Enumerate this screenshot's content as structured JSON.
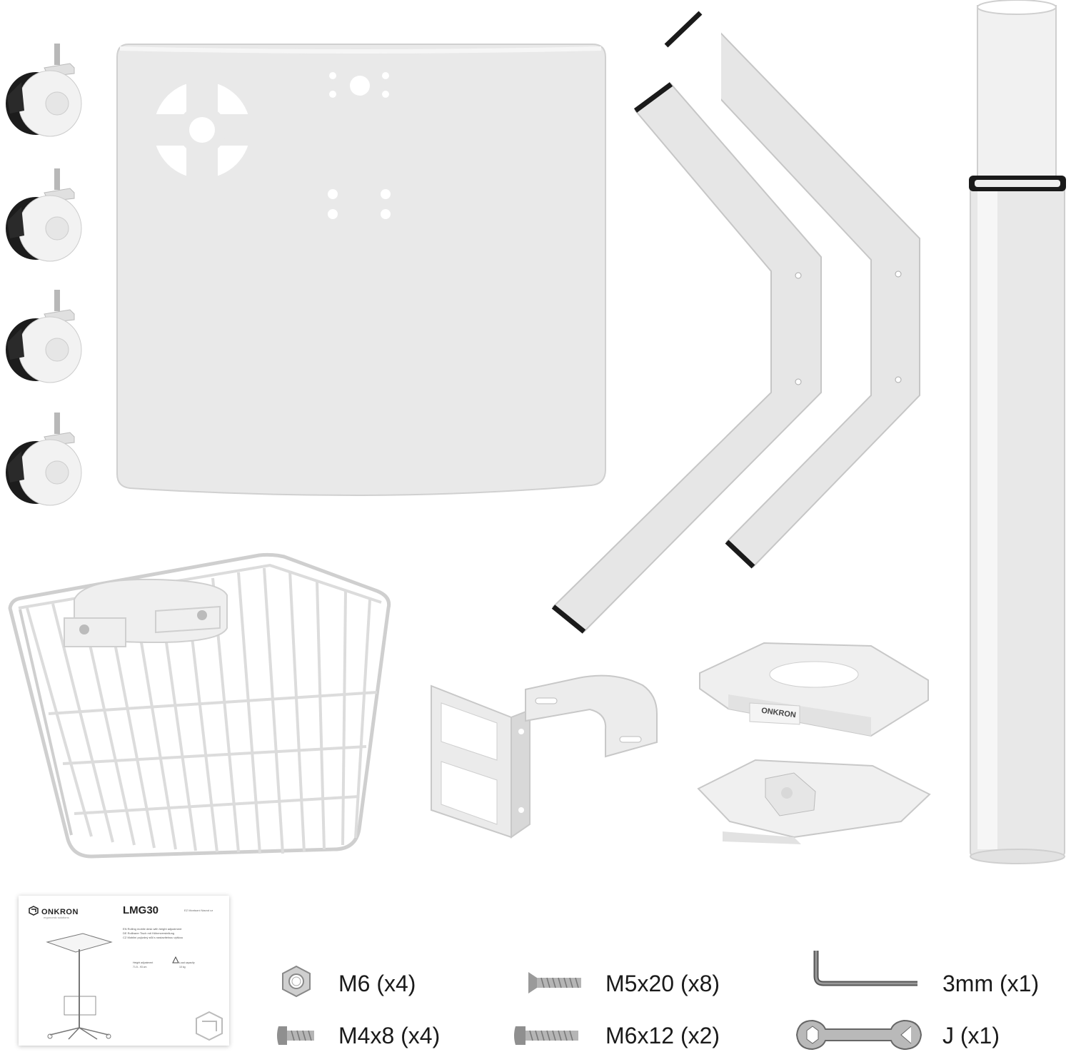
{
  "manual": {
    "brand": "ONKRON",
    "brand_sub": "ergonomic solutions",
    "model": "LMG30",
    "lang_note": "EZ  Montazni Navod cz",
    "desc_lines": [
      "EN   Rolling mobile desk with height adjustment",
      "DE   Rollbarer Tisch mit Höhenverstellung",
      "CZ   Mobilní pojízdný stůl s nastavitelnou výškou"
    ],
    "height_title": "Height adjustment",
    "height_values": "71.5 - 93 cm",
    "load_title": "Load capacity",
    "load_value": "10 kg"
  },
  "hardware": [
    {
      "icon": "hex-nut-icon",
      "label": "M6 (x4)"
    },
    {
      "icon": "countersunk-screw-icon",
      "label": "M5x20 (x8)"
    },
    {
      "icon": "allen-key-icon",
      "label": "3mm (x1)"
    },
    {
      "icon": "pan-head-screw-icon",
      "label": "M4x8 (x4)"
    },
    {
      "icon": "long-screw-icon",
      "label": "M6x12 (x2)"
    },
    {
      "icon": "wrench-icon",
      "label": "J (x1)"
    }
  ],
  "parts": {
    "plate_brand": "ONKRON"
  },
  "colors": {
    "background": "#ffffff",
    "metal": "#e9e9e9",
    "metal_shade": "#d4d4d4",
    "dark": "#222222"
  }
}
